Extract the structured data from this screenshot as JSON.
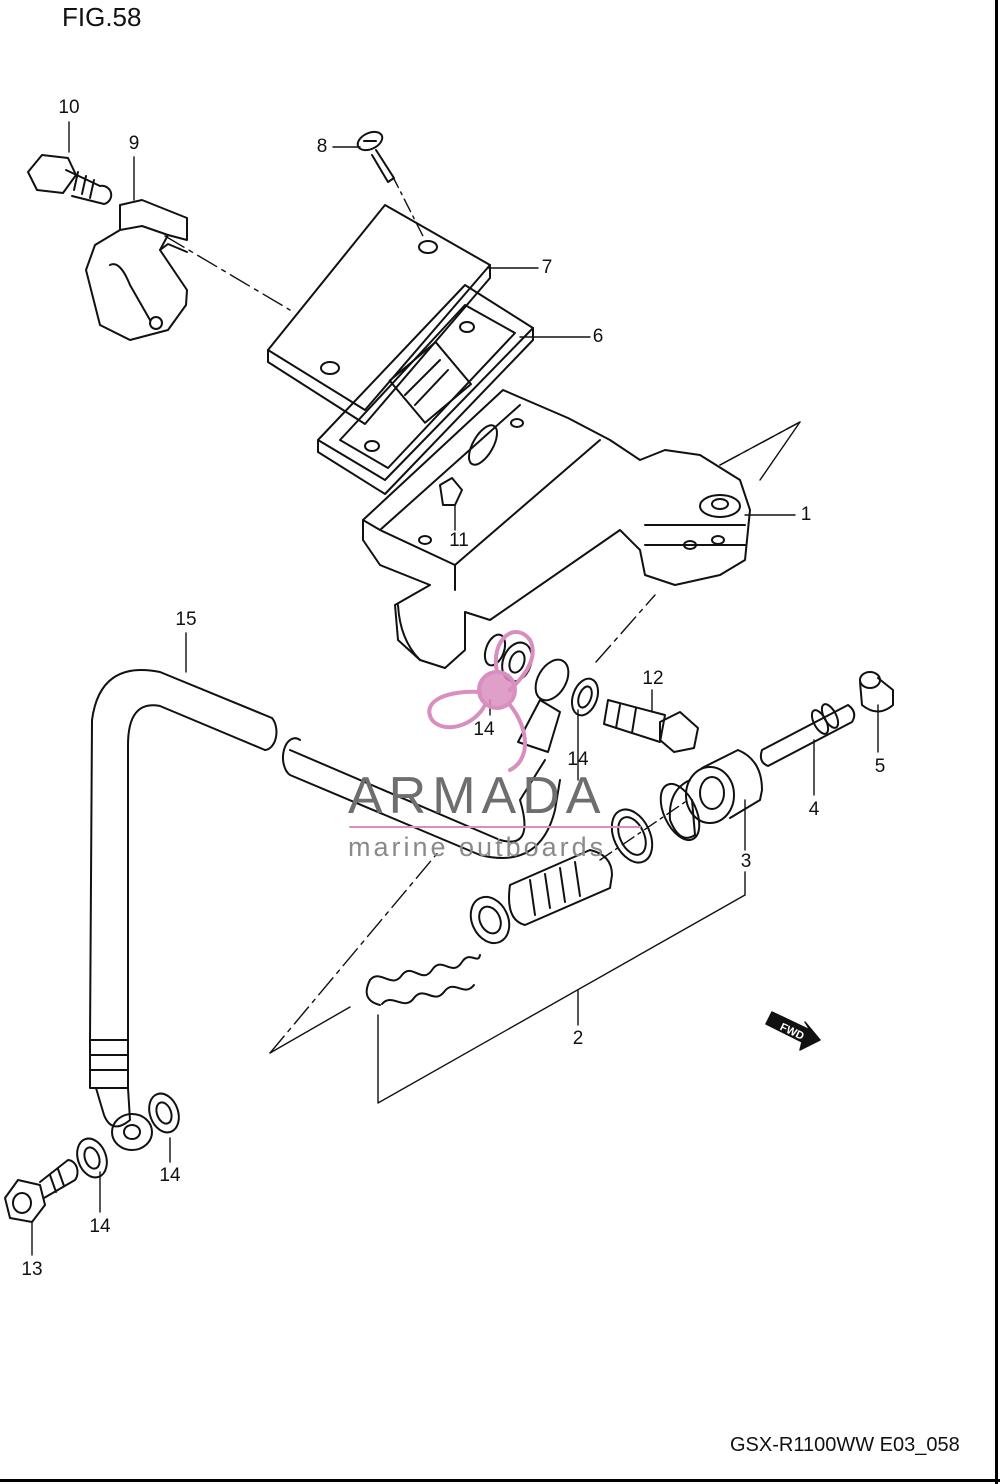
{
  "figure": {
    "title": "FIG.58",
    "model_code": "GSX-R1100WW  E03_058"
  },
  "callouts": [
    {
      "id": "c10a",
      "label": "10"
    },
    {
      "id": "c9",
      "label": "9"
    },
    {
      "id": "c8",
      "label": "8"
    },
    {
      "id": "c7",
      "label": "7"
    },
    {
      "id": "c6",
      "label": "6"
    },
    {
      "id": "c1",
      "label": "1"
    },
    {
      "id": "c11",
      "label": "11"
    },
    {
      "id": "c15",
      "label": "15"
    },
    {
      "id": "c12",
      "label": "12"
    },
    {
      "id": "c5",
      "label": "5"
    },
    {
      "id": "c14a",
      "label": "14"
    },
    {
      "id": "c14b",
      "label": "14"
    },
    {
      "id": "c4",
      "label": "4"
    },
    {
      "id": "c3",
      "label": "3"
    },
    {
      "id": "c2",
      "label": "2"
    },
    {
      "id": "c14c",
      "label": "14"
    },
    {
      "id": "c14d",
      "label": "14"
    },
    {
      "id": "c13",
      "label": "13"
    }
  ],
  "watermark": {
    "word": "ARMADA",
    "subtitle": "marine outboards",
    "color": "#d98ec0"
  },
  "fwd_arrow": {
    "label": "FWD"
  }
}
